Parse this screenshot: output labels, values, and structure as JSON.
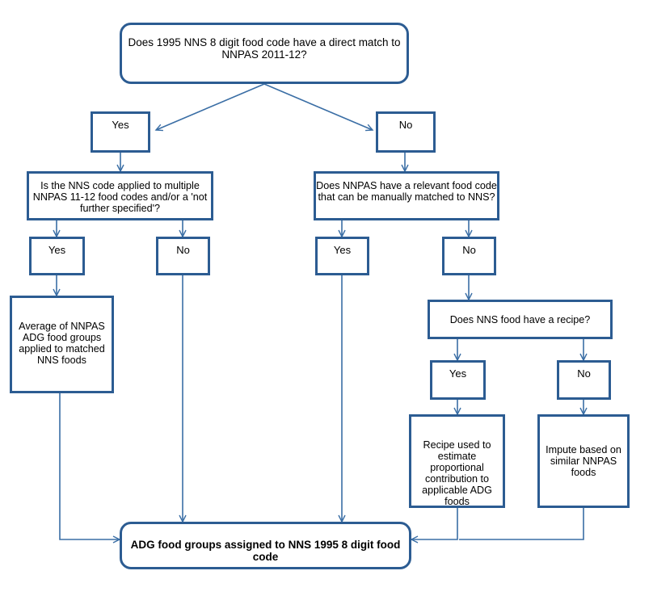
{
  "diagram": {
    "title": "Food code matching decision flowchart",
    "colors": {
      "node_border": "#2c5c92",
      "node_fill": "#ffffff",
      "connector": "#3a6ea5",
      "text": "#000000"
    },
    "nodes": {
      "start_question": "Does 1995 NNS 8 digit food code have a direct match to NNPAS 2011-12?",
      "yes_1": "Yes",
      "no_1": "No",
      "q_multiple": "Is the NNS code applied to multiple NNPAS 11-12 food codes and/or a 'not further specified'?",
      "q_manual_match": "Does NNPAS have a relevant food code that can be manually matched to NNS?",
      "yes_2": "Yes",
      "no_2": "No",
      "yes_3": "Yes",
      "no_3": "No",
      "average_adg": "Average of NNPAS ADG food groups applied to matched NNS foods",
      "q_recipe": "Does NNS food have a recipe?",
      "yes_4": "Yes",
      "no_4": "No",
      "recipe_used": "Recipe used to estimate proportional contribution to applicable ADG foods",
      "impute_based": "Impute based on similar NNPAS foods",
      "end_result": "ADG food groups assigned to NNS 1995 8 digit food code"
    }
  }
}
